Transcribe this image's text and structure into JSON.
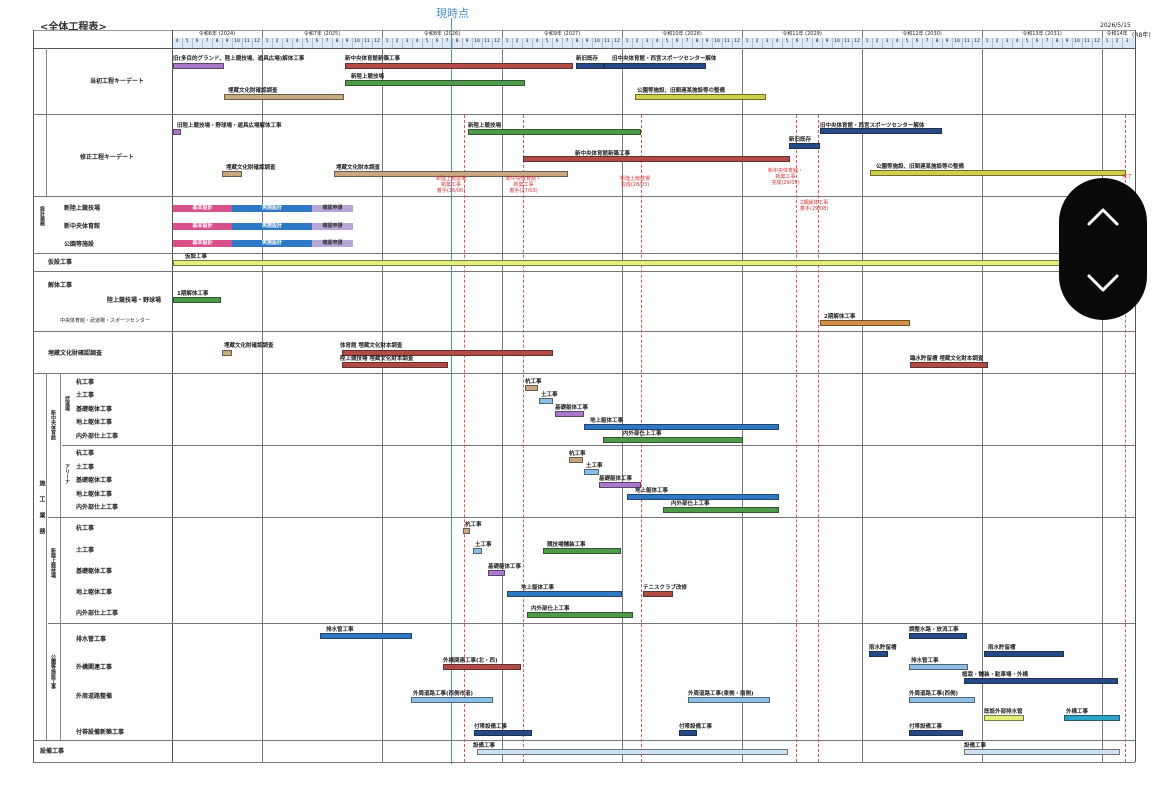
{
  "header": {
    "title": "<全体工程表>",
    "current_point": "現時点",
    "date": "2026/5/15",
    "unit": "(R8年)"
  },
  "timeline": {
    "years": [
      "令和6年 (2024)",
      "令和7年 (2025)",
      "令和8年 (2026)",
      "令和9年 (2027)",
      "令和10年 (2028)",
      "令和11年 (2029)",
      "令和12年 (2030)",
      "令和13年 (2031)",
      "令和14年"
    ],
    "first_year_months": [
      "4",
      "5",
      "6",
      "7",
      "8",
      "9",
      "10",
      "11",
      "12"
    ],
    "months": [
      "1",
      "2",
      "3",
      "4",
      "5",
      "6",
      "7",
      "8",
      "9",
      "10",
      "11",
      "12"
    ],
    "last_year_months": [
      "1",
      "2",
      "3"
    ]
  },
  "rows": {
    "initial": "当初工程キーデート",
    "revised": "修正工程キーデート",
    "design_group": "設計業務",
    "design_stadium": "新陸上競技場",
    "design_gym": "新中央体育館",
    "design_park": "公園等施設",
    "temporary": "仮設工事",
    "demolition": "解体工事",
    "demolition_stadium": "陸上競技場・野球場",
    "demolition_gym": "中央体育館・武道場・スポーツセンター",
    "archaeology": "埋蔵文化財確認調査",
    "construction_group": "施工業務",
    "gym_group": "新中央体育館",
    "budo": "武道場",
    "arena": "アリーナ",
    "stadium_group": "新陸上競技場",
    "park_group": "公園等施設工事",
    "pile": "杭工事",
    "earth": "土工事",
    "foundation": "基礎躯体工事",
    "above": "地上躯体工事",
    "finish": "内外部仕上工事",
    "drain": "排水管工事",
    "exterior": "外構関連工事",
    "road": "外周道路整備",
    "ancillary": "付帯設備新築工事",
    "equipment": "設備工事"
  },
  "bars": {
    "b1": "旧(多目的グランド、陸上競技場、遊具広場)解体工事",
    "b2": "新中央体育館新築工事",
    "b3": "新旧既存",
    "b4": "旧中央体育館・西宮スポーツセンター解体",
    "b5": "新陸上競技場",
    "b6": "埋蔵文化財確認調査",
    "b7": "公園等施設、旧関連某施設等の整備",
    "b8": "旧陸上競技場・野球場・遊具広場解体工事",
    "b9": "新陸上競技場",
    "b10": "新旧既存",
    "b11": "旧中央体育館・西宮スポーツセンター解体",
    "b12": "新中央体育館新築工事",
    "b13": "埋蔵文化財確認調査",
    "b14": "埋蔵文化財本調査",
    "b15": "公園等施設、旧関連某施設等の整備",
    "p1": "基本設計",
    "p2": "実施設計",
    "p3": "確認申請",
    "t1": "仮設工事",
    "d1": "1期解体工事",
    "d2": "2期解体工事",
    "a1": "埋蔵文化財確認調査",
    "a2": "体育館 埋蔵文化財本調査",
    "a3": "陸上競技場 埋蔵文化財本調査",
    "a4": "臨水貯留槽 埋蔵文化財本調査",
    "c1": "杭工事",
    "c2": "土工事",
    "c3": "基礎躯体工事",
    "c4": "地上躯体工事",
    "c5": "内外部仕上工事",
    "s1": "杭工事",
    "s2": "土工事",
    "s3": "競技場舗装工事",
    "s4": "基礎躯体工事",
    "s5": "地上躯体工事",
    "s6": "テニスクラブ改修",
    "s7": "内外部仕上工事",
    "e1": "排水管工事",
    "e2": "雨水貯留槽",
    "e3": "調整水路・放流工事",
    "e4": "排水管工事",
    "e5": "雨水貯留槽",
    "e6": "外構関連工事(北・西)",
    "e7": "植栽・舗装・駐車場・外構",
    "e8": "外周道路工事(西側市道)",
    "e9": "外周道路工事(東側・南側)",
    "e10": "外周道路工事(西側)",
    "e11": "既設外部排水管",
    "e12": "外構工事",
    "e13": "付帯設備工事",
    "e14": "付帯設備工事",
    "e15": "付帯設備工事",
    "q1": "設備工事",
    "q2": "設備工事"
  },
  "milestones": {
    "m1": "新陸上競技場\n新築工事\n着手(26/06)",
    "m2": "新中央体育館・\n新築工事\n着手(27/03)",
    "m3": "新陸上競技場\n完成(28/03)",
    "m4": "新中央体育館・\n新築工事\n完成(29/05)",
    "m5": "2期解体工事\n着手(29/08)",
    "m6": "完了"
  },
  "colors": {
    "pink": "#d94f8a",
    "blue": "#2f79c4",
    "green": "#4e9a4a",
    "red": "#b24a45",
    "purple": "#a87ac9",
    "tan": "#c8a880",
    "olive": "#cfcf4a",
    "navy": "#254a87",
    "lightblue": "#8dbfe6",
    "yellowgreen": "#e3ef7a",
    "orange": "#d49046",
    "teal": "#2aa5c9",
    "lavender": "#b8a7d6",
    "now_line": "#4d8fd6",
    "milestone": "#e05555",
    "nav_pill": "#0a0a0a"
  },
  "nav": {
    "up_icon": "chevron-up-icon",
    "down_icon": "chevron-down-icon"
  }
}
